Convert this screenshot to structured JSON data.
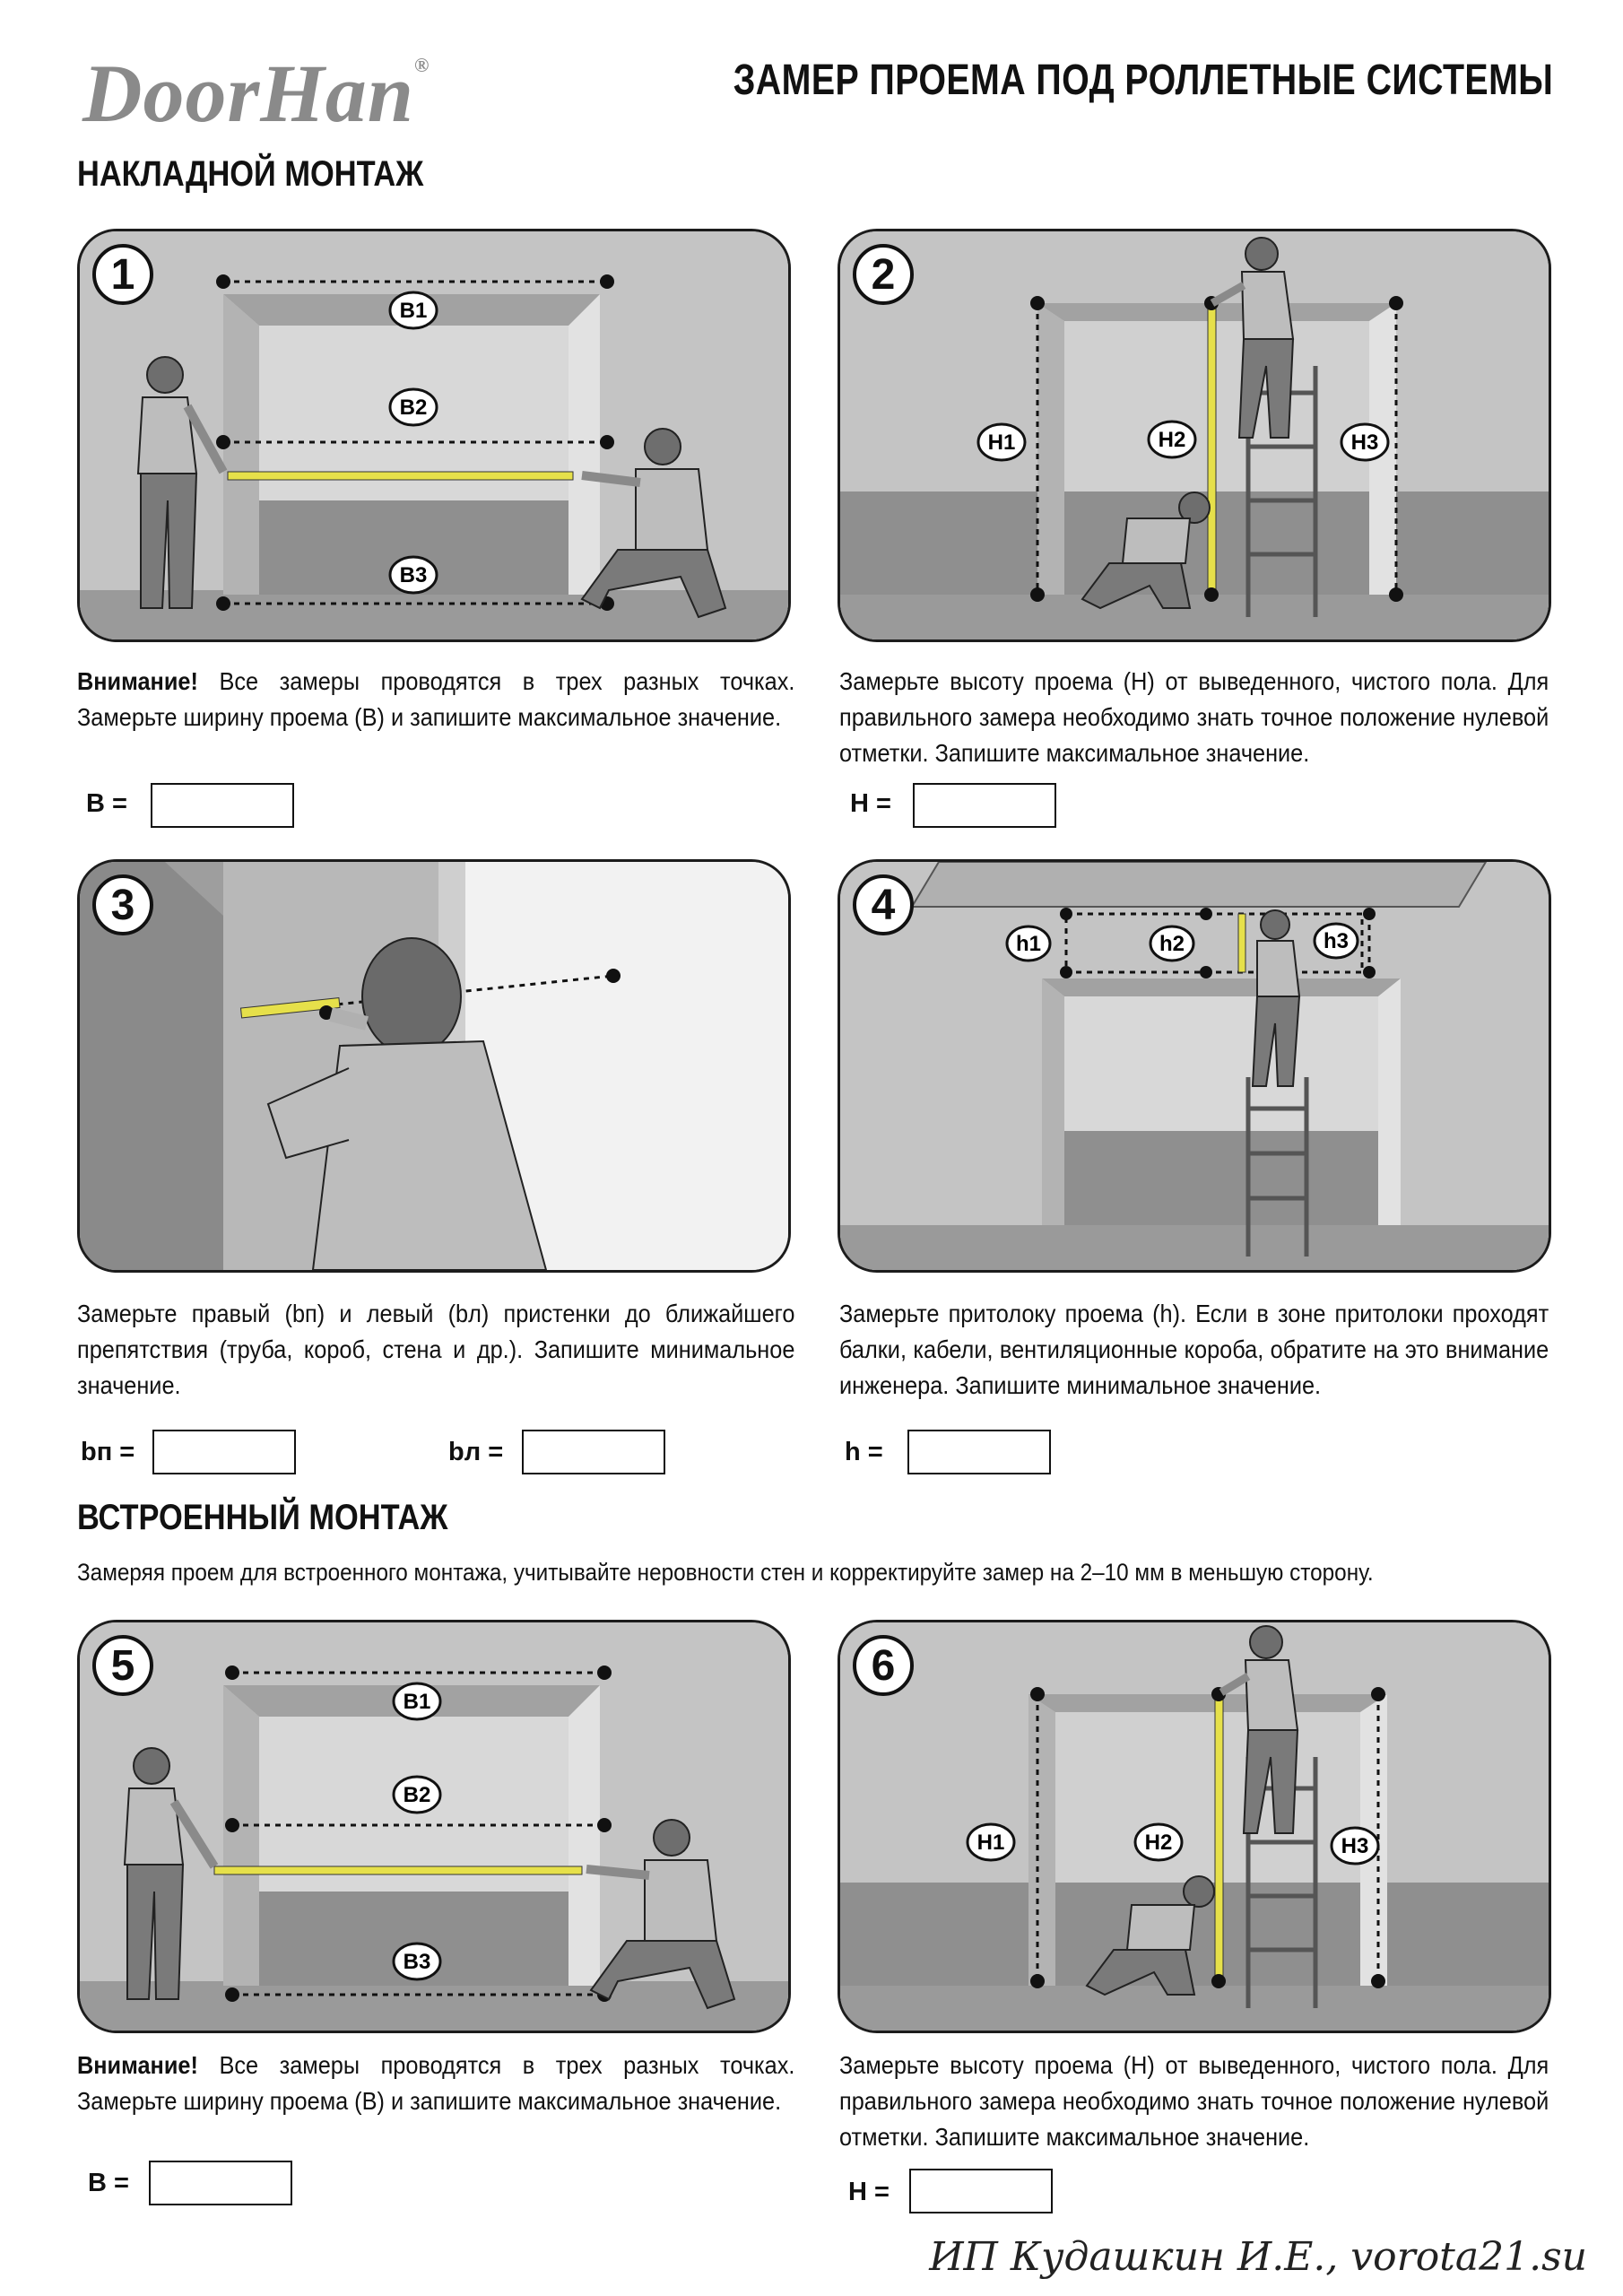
{
  "header": {
    "brand": "DoorHan",
    "reg_mark": "®",
    "title": "ЗАМЕР ПРОЕМА ПОД РОЛЛЕТНЫЕ СИСТЕМЫ"
  },
  "section_overlay": {
    "title": "НАКЛАДНОЙ МОНТАЖ"
  },
  "section_inset": {
    "title": "ВСТРОЕННЫЙ МОНТАЖ",
    "note": "Замеряя проем для встроенного монтажа, учитывайте неровности стен и корректируйте замер на 2–10 мм в меньшую сторону."
  },
  "steps": [
    {
      "number": "1",
      "labels": [
        "B1",
        "B2",
        "B3"
      ],
      "desc_bold": "Внимание!",
      "desc": " Все замеры проводятся в трех разных точках. Замерьте ширину проема (B) и запишите максимальное значение.",
      "fields": [
        {
          "label": "B =",
          "value": ""
        }
      ]
    },
    {
      "number": "2",
      "labels": [
        "H1",
        "H2",
        "H3"
      ],
      "desc_bold": "",
      "desc": "Замерьте высоту проема (H) от выведенного, чистого пола. Для правильного замера необходимо знать точное положение нулевой отметки. Запишите максимальное значение.",
      "fields": [
        {
          "label": "H =",
          "value": ""
        }
      ]
    },
    {
      "number": "3",
      "labels": [],
      "desc_bold": "",
      "desc": "Замерьте правый (bп) и левый (bл) пристенки до ближайшего препятствия (труба, короб, стена и др.). Запишите минимальное значение.",
      "fields": [
        {
          "label": "bп =",
          "value": ""
        },
        {
          "label": "bл =",
          "value": ""
        }
      ]
    },
    {
      "number": "4",
      "labels": [
        "h1",
        "h2",
        "h3"
      ],
      "desc_bold": "",
      "desc": "Замерьте притолоку проема (h). Если в зоне притолоки проходят балки, кабели, вентиляционные короба, обратите на это внимание инженера. Запишите минимальное значение.",
      "fields": [
        {
          "label": "h =",
          "value": ""
        }
      ]
    },
    {
      "number": "5",
      "labels": [
        "B1",
        "B2",
        "B3"
      ],
      "desc_bold": "Внимание!",
      "desc": " Все замеры проводятся в трех разных точках. Замерьте ширину проема (B) и запишите максимальное значение.",
      "fields": [
        {
          "label": "B =",
          "value": ""
        }
      ]
    },
    {
      "number": "6",
      "labels": [
        "H1",
        "H2",
        "H3"
      ],
      "desc_bold": "",
      "desc": "Замерьте высоту проема (H) от выведенного, чистого пола. Для правильного замера необходимо знать точное положение нулевой отметки. Запишите максимальное значение.",
      "fields": [
        {
          "label": "H =",
          "value": ""
        }
      ]
    }
  ],
  "signature": "ИП Кудашкин И.Е., vorota21.su",
  "colors": {
    "panel_bg": "#c9c9c9",
    "tape": "#e6e04a",
    "wall": "#a9a9a9",
    "floor": "#8c8c8c"
  }
}
